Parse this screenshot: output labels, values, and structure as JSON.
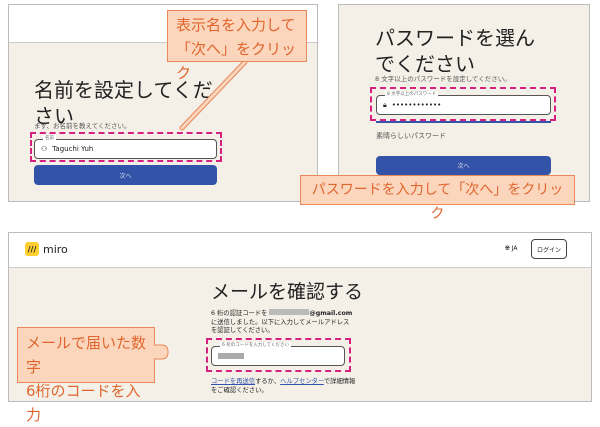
{
  "name_step": {
    "title": "名前を設定してください",
    "subtitle": "まず、お名前を教えてください。",
    "field_label": "名前",
    "field_value": "Taguchi Yuh",
    "next_label": "次へ"
  },
  "password_step": {
    "title": "パスワードを選んでください",
    "subtitle": "8 文字以上のパスワードを設定してください。",
    "field_label": "8 文字以上のパスワード",
    "field_value": "••••••••••••",
    "strength_label": "素晴らしいパスワード",
    "next_label": "次へ"
  },
  "verify_step": {
    "logo_text": "miro",
    "lang_label": "JA",
    "login_label": "ログイン",
    "title": "メールを確認する",
    "desc_prefix": "6 桁の認証コードを",
    "email_suffix": "@gmail.com",
    "desc_rest": "に送信しました。以下に入力してメールアドレスを認証してください。",
    "field_label": "6 桁のコードを入力してください",
    "resend_link": "コードを再送信",
    "help_mid": "するか、",
    "help_link": "ヘルプセンター",
    "help_rest": "で詳細情報をご確認ください。"
  },
  "callouts": {
    "name": [
      "表示名を入力して",
      "「次へ」をクリック"
    ],
    "password": "パスワードを入力して「次へ」をクリック",
    "code": [
      "メールで届いた数字",
      "6桁のコードを入力"
    ]
  },
  "colors": {
    "accent": "#3253a8",
    "highlight": "#d6207f",
    "callout": "#e0662e"
  }
}
